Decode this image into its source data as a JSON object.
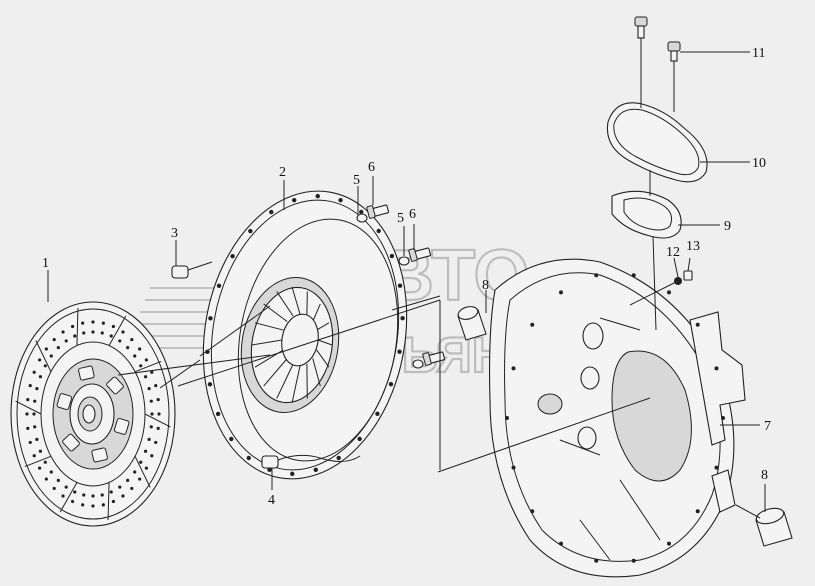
{
  "watermark": {
    "line1": "АВТО",
    "line2": "АЛЬЯНС"
  },
  "callouts": [
    {
      "id": "c1",
      "text": "1"
    },
    {
      "id": "c2",
      "text": "2"
    },
    {
      "id": "c3",
      "text": "3"
    },
    {
      "id": "c4",
      "text": "4"
    },
    {
      "id": "c5a",
      "text": "5"
    },
    {
      "id": "c6a",
      "text": "6"
    },
    {
      "id": "c5b",
      "text": "5"
    },
    {
      "id": "c6b",
      "text": "6"
    },
    {
      "id": "c7",
      "text": "7"
    },
    {
      "id": "c8a",
      "text": "8"
    },
    {
      "id": "c8b",
      "text": "8"
    },
    {
      "id": "c9",
      "text": "9"
    },
    {
      "id": "c10",
      "text": "10"
    },
    {
      "id": "c11",
      "text": "11"
    },
    {
      "id": "c12",
      "text": "12"
    },
    {
      "id": "c13",
      "text": "13"
    }
  ]
}
